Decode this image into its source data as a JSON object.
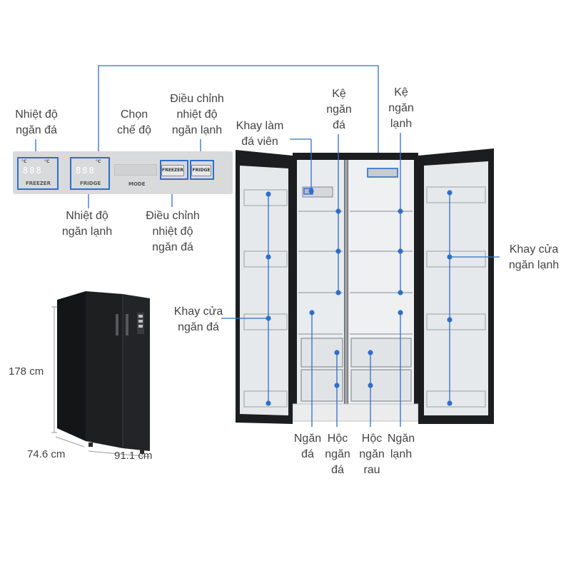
{
  "panel": {
    "freezer_label": "FREEZER",
    "fridge_label": "FRIDGE",
    "mode_label": "MODE",
    "btn_freezer": "FREEZER",
    "btn_fridge": "FRIDGE",
    "freezer_temp_digits": "888",
    "fridge_temp_digits": "888",
    "unit_c_1": "°C",
    "unit_c_2": "°C",
    "unit_c_3": "°C"
  },
  "labels": {
    "freezer_temp": "Nhiệt độ\nngăn đá",
    "mode_select": "Chọn\nchế độ",
    "adjust_fridge": "Điều chỉnh\nnhiệt độ\nngăn lạnh",
    "fridge_temp": "Nhiệt độ\nngăn lạnh",
    "adjust_freezer": "Điều chỉnh\nnhiệt độ\nngăn đá",
    "ice_tray": "Khay làm\nđá viên",
    "freezer_shelf": "Kệ\nngăn\nđá",
    "fridge_shelf": "Kệ\nngăn\nlạnh",
    "fridge_door_tray": "Khay cửa\nngăn lạnh",
    "freezer_door_tray": "Khay cửa\nngăn đá",
    "freezer_compartment": "Ngăn\nđá",
    "freezer_drawer": "Hộc\nngăn\nđá",
    "veg_drawer": "Hộc\nngăn\nrau",
    "fridge_compartment": "Ngăn\nlạnh"
  },
  "dimensions": {
    "height": "178 cm",
    "depth": "74.6 cm",
    "width": "91.1 cm"
  },
  "colors": {
    "accent": "#2f6fc9",
    "fridge_body": "#1c1d1f",
    "interior": "#e9ecee",
    "panel": "#d9dadb"
  }
}
